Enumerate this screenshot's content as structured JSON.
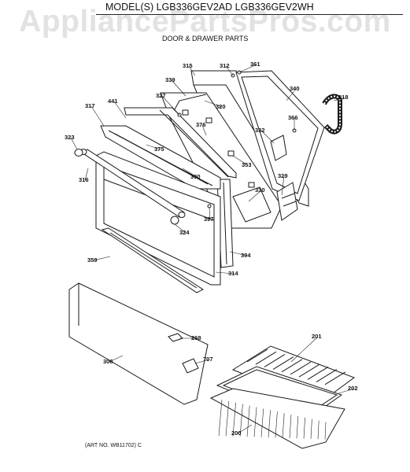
{
  "header": {
    "watermark": "AppliancePartsPros.com",
    "model_title": "MODEL(S) LGB336GEV2AD  LGB336GEV2WH",
    "section_title": "DOOR & DRAWER PARTS"
  },
  "footer": {
    "art_no": "(ART NO. WB11702) C"
  },
  "parts": [
    {
      "id": "p315",
      "label": "315"
    },
    {
      "id": "p312",
      "label": "312"
    },
    {
      "id": "p361",
      "label": "361"
    },
    {
      "id": "p340",
      "label": "340"
    },
    {
      "id": "p339",
      "label": "339"
    },
    {
      "id": "p318",
      "label": "318"
    },
    {
      "id": "p327",
      "label": "327"
    },
    {
      "id": "p320",
      "label": "320"
    },
    {
      "id": "p317",
      "label": "317"
    },
    {
      "id": "p441",
      "label": "441"
    },
    {
      "id": "p376",
      "label": "376"
    },
    {
      "id": "p366",
      "label": "366"
    },
    {
      "id": "p332",
      "label": "332"
    },
    {
      "id": "p323",
      "label": "323"
    },
    {
      "id": "p375",
      "label": "375"
    },
    {
      "id": "p353",
      "label": "353"
    },
    {
      "id": "p390",
      "label": "390"
    },
    {
      "id": "p329",
      "label": "329"
    },
    {
      "id": "p316",
      "label": "316"
    },
    {
      "id": "p330",
      "label": "330"
    },
    {
      "id": "p397",
      "label": "397"
    },
    {
      "id": "p324",
      "label": "324"
    },
    {
      "id": "p394",
      "label": "394"
    },
    {
      "id": "p359",
      "label": "359"
    },
    {
      "id": "p314",
      "label": "314"
    },
    {
      "id": "p268",
      "label": "268"
    },
    {
      "id": "p201",
      "label": "201"
    },
    {
      "id": "p306",
      "label": "306"
    },
    {
      "id": "p707",
      "label": "707"
    },
    {
      "id": "p202",
      "label": "202"
    },
    {
      "id": "p200",
      "label": "200"
    }
  ]
}
